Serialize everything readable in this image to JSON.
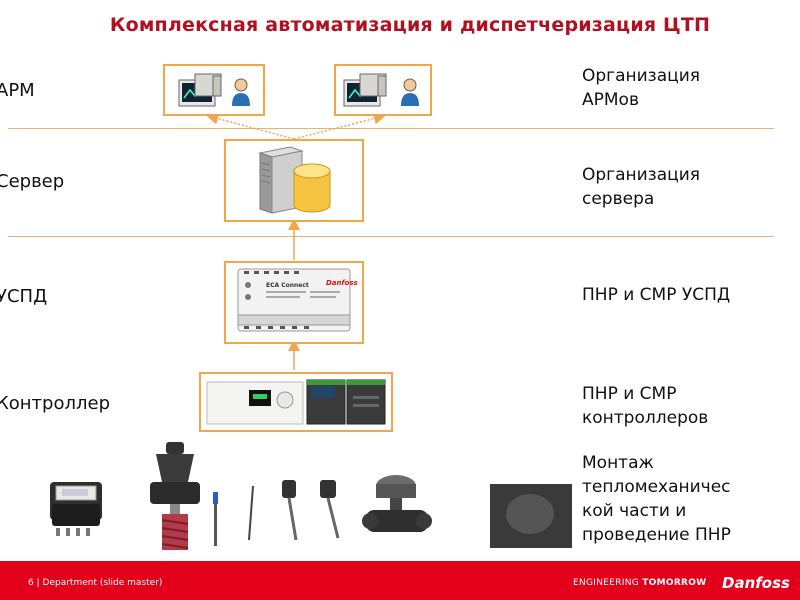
{
  "title": "Комплексная автоматизация и диспетчеризация ЦТП",
  "levels": {
    "arm": "АРМ",
    "server": "Сервер",
    "uspd": "УСПД",
    "controller": "Контроллер"
  },
  "right_notes": {
    "arm": [
      "Организация",
      "АРМов"
    ],
    "server": [
      "Организация",
      "сервера"
    ],
    "uspd": [
      "ПНР и СМР УСПД"
    ],
    "controller": [
      "ПНР и СМР",
      "контроллеров"
    ],
    "mounting": [
      "Монтаж",
      "тепломеханичес",
      "кой части и",
      "проведение ПНР"
    ]
  },
  "device_label": "ECA Connect",
  "footer": {
    "page_number": "6",
    "separator": "|",
    "department": "Department (slide master)",
    "tagline_normal": "ENGINEERING ",
    "tagline_bold": "TOMORROW",
    "brand": "Danfoss"
  },
  "colors": {
    "title": "#b01020",
    "box_border": "#f0a64b",
    "divider": "#e8b27a",
    "footer_bg": "#e2001a"
  },
  "icons": [
    "workstation-icon",
    "user-icon",
    "server-icon",
    "database-icon",
    "uspd-device",
    "controller-device",
    "heat-meter",
    "valve",
    "sensor",
    "actuator-valve"
  ]
}
